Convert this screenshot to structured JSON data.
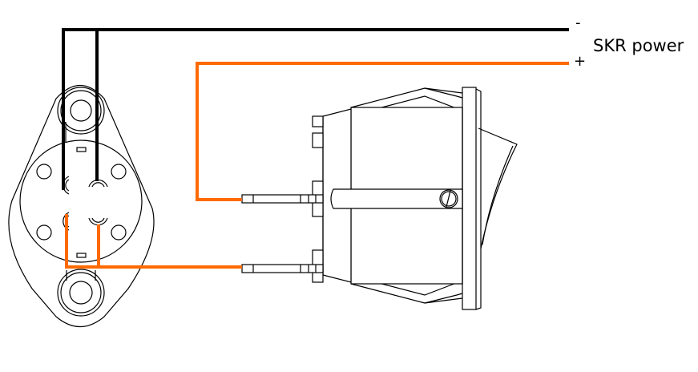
{
  "diagram": {
    "title": "SKR power",
    "terminals": {
      "negative_label": "-",
      "positive_label": "+"
    },
    "components": [
      {
        "id": "connector",
        "name": "4-pin panel socket"
      },
      {
        "id": "switch",
        "name": "rocker switch"
      }
    ],
    "wires": [
      {
        "id": "neg-wire",
        "color": "#000000",
        "from": "connector top pins",
        "to": "SKR power -"
      },
      {
        "id": "pos-wire",
        "color": "#ff6a00",
        "from": "switch top terminal",
        "to": "SKR power +"
      },
      {
        "id": "switched-wire",
        "color": "#ff6a00",
        "from": "connector bottom pins",
        "to": "switch bottom terminal"
      }
    ],
    "colors": {
      "negative": "#000000",
      "positive": "#ff6a00",
      "outline": "#000000",
      "background": "#ffffff"
    }
  }
}
